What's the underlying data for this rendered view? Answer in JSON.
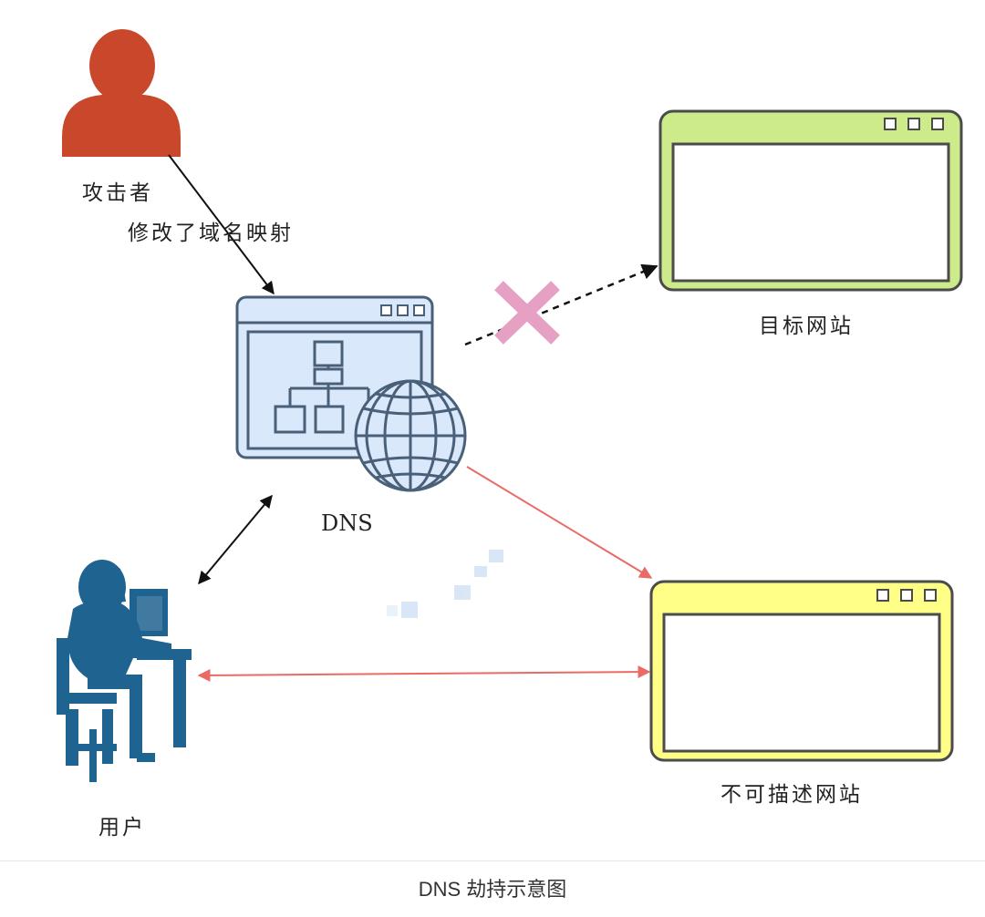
{
  "diagram": {
    "attacker_label": "攻击者",
    "modify_label": "修改了域名映射",
    "dns_label": "DNS",
    "target_site_label": "目标网站",
    "indescribable_site_label": "不可描述网站",
    "user_label": "用户"
  },
  "caption": "DNS 劫持示意图",
  "colors": {
    "attacker": "#c9472a",
    "dns_window_fill": "#dae8fc",
    "dns_window_stroke": "#6c8ebf",
    "target_window_fill": "#cdeb8b",
    "bad_window_fill": "#ffff88",
    "user": "#1f6391",
    "red_arrow": "#ea6b66",
    "cross_mark": "#e6a0c4"
  }
}
